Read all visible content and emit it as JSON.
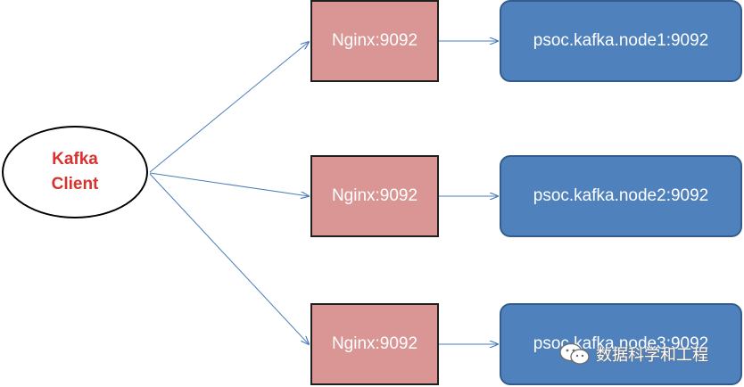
{
  "client": {
    "lines": [
      "Kafka",
      "Client"
    ]
  },
  "proxies": [
    {
      "label": "Nginx:9092"
    },
    {
      "label": "Nginx:9092"
    },
    {
      "label": "Nginx:9092"
    }
  ],
  "brokers": [
    {
      "label": "psoc.kafka.node1:9092"
    },
    {
      "label": "psoc.kafka.node2:9092"
    },
    {
      "label": "psoc.kafka.node3:9092"
    }
  ],
  "watermark": {
    "text": "数据科学和工程",
    "icon": "wechat-icon"
  },
  "colors": {
    "client_text": "#d8322f",
    "proxy_fill": "#d99694",
    "broker_fill": "#4f81bd",
    "arrow": "#4a7ebb"
  }
}
